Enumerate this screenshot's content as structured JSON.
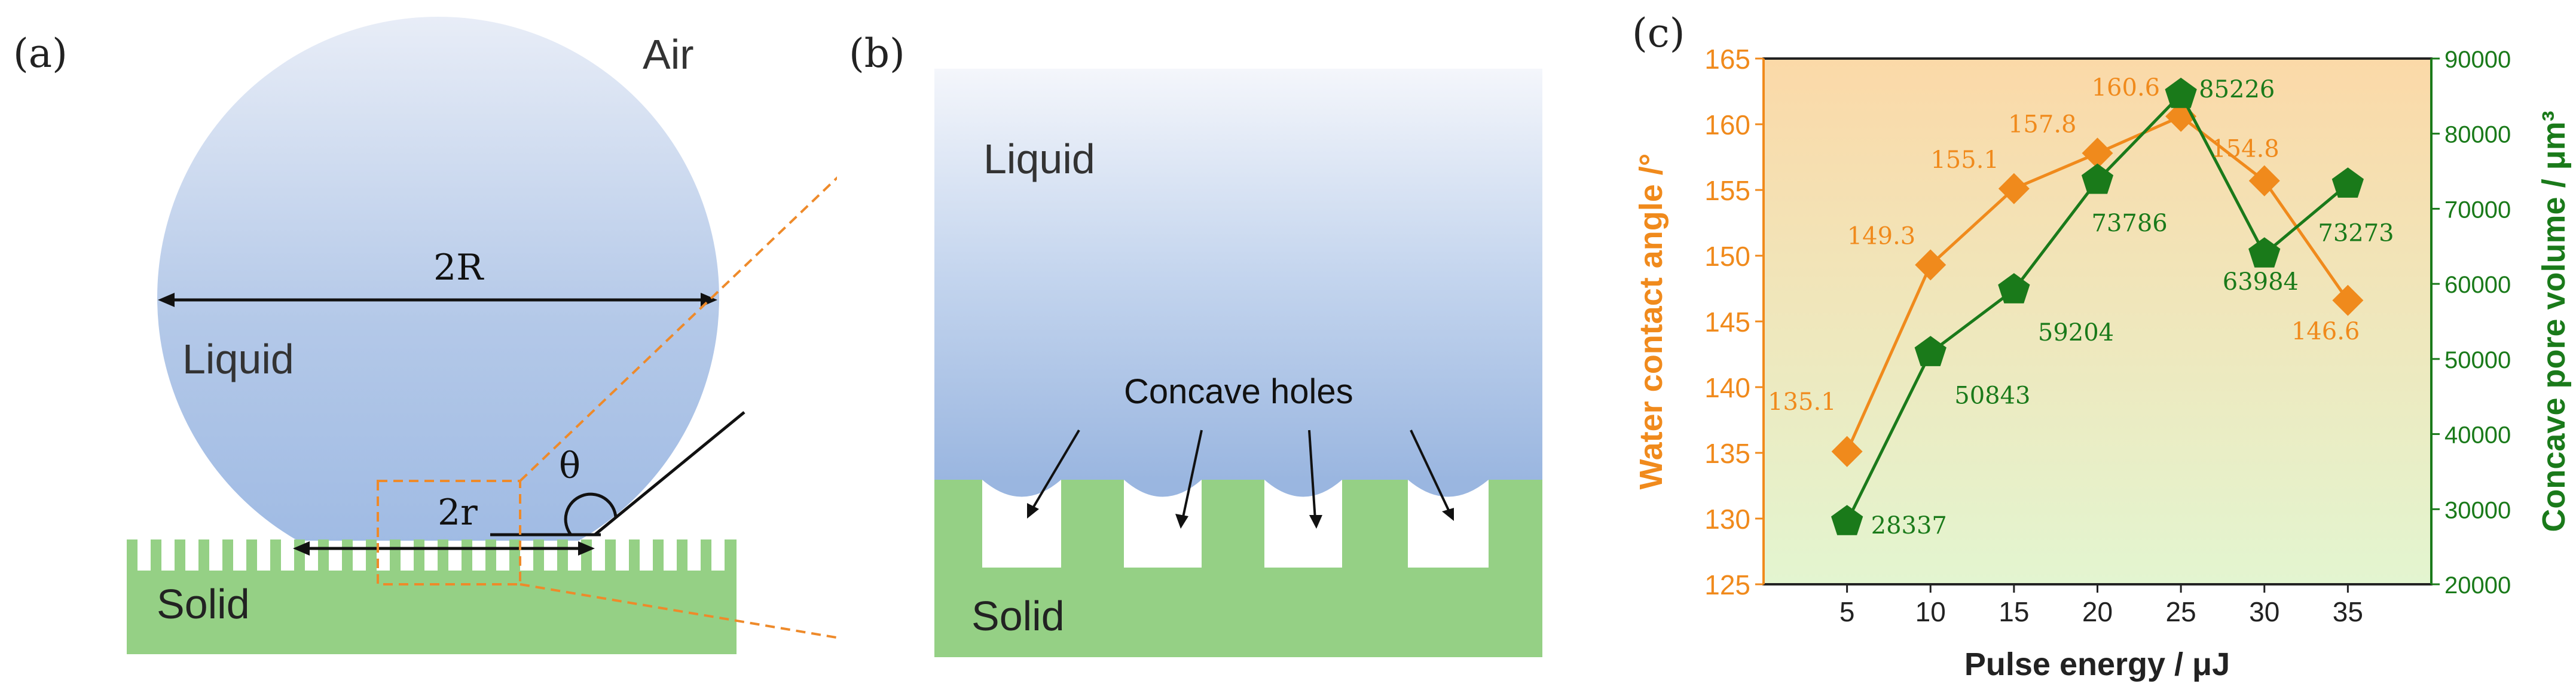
{
  "panel_a": {
    "label": "(a)",
    "air": "Air",
    "liquid": "Liquid",
    "solid": "Solid",
    "diameter": "2R",
    "contact": "2r",
    "angle": "θ"
  },
  "panel_b": {
    "label": "(b)",
    "liquid": "Liquid",
    "solid": "Solid",
    "holes": "Concave holes"
  },
  "panel_c": {
    "label": "(c)"
  },
  "chart_data": {
    "type": "line",
    "xlabel": "Pulse energy / μJ",
    "ylabel_left": "Water contact angle /°",
    "ylabel_right": "Concave pore volume / μm³",
    "x": [
      5,
      10,
      15,
      20,
      25,
      30,
      35
    ],
    "xlim": [
      0,
      40
    ],
    "ylim_left": [
      125,
      165
    ],
    "ylim_right": [
      20000,
      90000
    ],
    "yticks_left": [
      125,
      130,
      135,
      140,
      145,
      150,
      155,
      160,
      165
    ],
    "yticks_right": [
      20000,
      30000,
      40000,
      50000,
      60000,
      70000,
      80000,
      90000
    ],
    "colors": {
      "left": "#f08a1c",
      "right": "#1a7a1a"
    },
    "background": {
      "top": "#fbd9a8",
      "bottom": "#e3f5d0"
    },
    "series": [
      {
        "axis": "left",
        "marker": "diamond",
        "values": [
          135.1,
          149.3,
          155.1,
          157.8,
          160.6,
          155.7,
          146.6
        ],
        "labels": [
          "135.1",
          "149.3",
          "155.1",
          "157.8",
          "160.6",
          "154.8",
          "146.6"
        ]
      },
      {
        "axis": "right",
        "marker": "pentagon",
        "values": [
          28337,
          50843,
          59204,
          73786,
          85226,
          63984,
          73273
        ],
        "labels": [
          "28337",
          "50843",
          "59204",
          "73786",
          "85226",
          "63984",
          "73273"
        ]
      }
    ]
  }
}
